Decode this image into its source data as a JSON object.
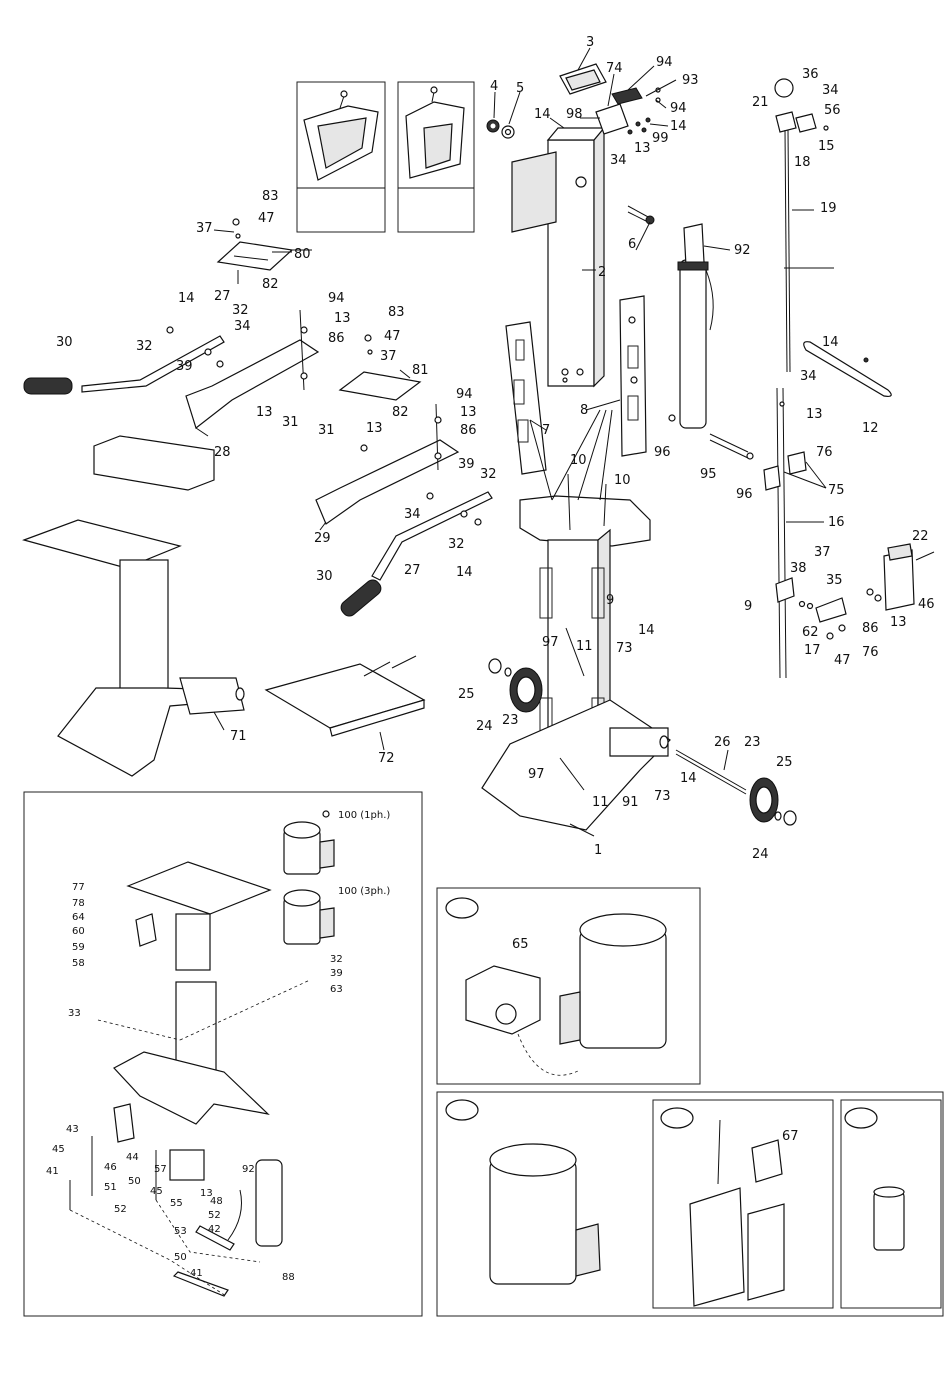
{
  "main_labels": {
    "l3": "3",
    "l4": "4",
    "l5": "5",
    "l14a": "14",
    "l98": "98",
    "l74": "74",
    "l94a": "94",
    "l93": "93",
    "l94b": "94",
    "l14b": "14",
    "l99": "99",
    "l13a": "13",
    "l34a": "34",
    "l6": "6",
    "l2": "2",
    "l92": "92",
    "l36": "36",
    "l34b": "34",
    "l21": "21",
    "l56": "56",
    "l18": "18",
    "l15": "15",
    "l19": "19",
    "l83a": "83",
    "l47a": "47",
    "l37a": "37",
    "l80": "80",
    "l82a": "82",
    "l14c": "14",
    "l27a": "27",
    "l32a": "32",
    "l34c": "34",
    "l30a": "30",
    "l32b": "32",
    "l39a": "39",
    "l13b": "13",
    "l31a": "31",
    "l28": "28",
    "l94c": "94",
    "l13c": "13",
    "l86a": "86",
    "l83b": "83",
    "l47b": "47",
    "l37b": "37",
    "l81": "81",
    "l82b": "82",
    "l94d": "94",
    "l13d": "13",
    "l31b": "31",
    "l13e": "13",
    "l86b": "86",
    "l39b": "39",
    "l32c": "32",
    "l34d": "34",
    "l29": "29",
    "l32d": "32",
    "l14d": "14",
    "l27b": "27",
    "l30b": "30",
    "l8": "8",
    "l7": "7",
    "l96a": "96",
    "l95": "95",
    "l96b": "96",
    "l14e": "14",
    "l34e": "34",
    "l13f": "13",
    "l12": "12",
    "l76a": "76",
    "l75": "75",
    "l16": "16",
    "l10a": "10",
    "l10b": "10",
    "l9a": "9",
    "l97a": "97",
    "l11a": "11",
    "l73a": "73",
    "l14f": "14",
    "l22": "22",
    "l38": "38",
    "l37c": "37",
    "l35": "35",
    "l9b": "9",
    "l86c": "86",
    "l13g": "13",
    "l46a": "46",
    "l62": "62",
    "l76b": "76",
    "l17": "17",
    "l47c": "47",
    "l25a": "25",
    "l24a": "24",
    "l23a": "23",
    "l71": "71",
    "l72": "72",
    "l26": "26",
    "l23b": "23",
    "l25b": "25",
    "l97b": "97",
    "l14g": "14",
    "l73b": "73",
    "l11b": "11",
    "l91": "91",
    "l1": "1",
    "l24b": "24"
  },
  "inset_labels": {
    "m100a": "100 (1ph.)",
    "m100b": "100 (3ph.)",
    "m77": "77",
    "m78": "78",
    "m64": "64",
    "m60": "60",
    "m59": "59",
    "m58": "58",
    "m32": "32",
    "m39": "39",
    "m63": "63",
    "m33": "33",
    "m43": "43",
    "m45a": "45",
    "m41a": "41",
    "m46": "46",
    "m44": "44",
    "m51": "51",
    "m50a": "50",
    "m45b": "45",
    "m57": "57",
    "m52a": "52",
    "m55": "55",
    "m13": "13",
    "m48": "48",
    "m92": "92",
    "m52b": "52",
    "m42": "42",
    "m53": "53",
    "m50b": "50",
    "m41b": "41",
    "m88": "88"
  },
  "box_labels": {
    "b65": "65",
    "b67": "67"
  }
}
